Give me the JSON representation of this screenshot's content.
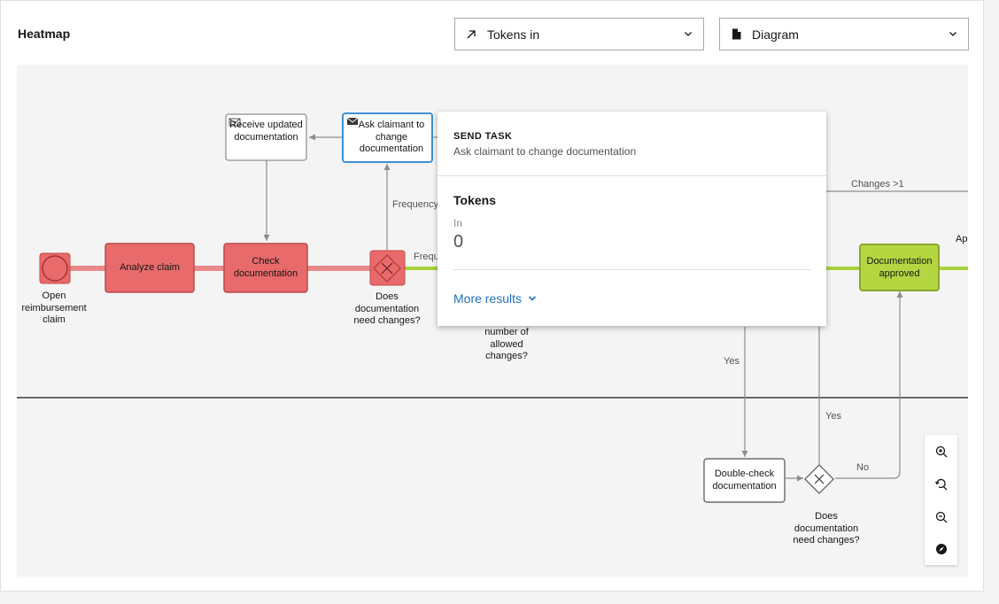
{
  "header": {
    "title": "Heatmap",
    "metric_select": {
      "value": "Tokens in",
      "icon": "arrow-up-right-icon"
    },
    "view_select": {
      "value": "Diagram",
      "icon": "document-icon"
    }
  },
  "diagram": {
    "nodes": {
      "start": "Open reimbursement claim",
      "analyze": "Analyze claim",
      "check": "Check documentation",
      "gateway1": "Does documentation need changes?",
      "receive": "Receive updated documentation",
      "ask": "Ask claimant to change documentation",
      "approved": "Documentation approved",
      "doublecheck": "Double-check documentation",
      "gateway2": "Does documentation need changes?",
      "allowed": "number of allowed changes?"
    },
    "flow_labels": {
      "frequency_up": "Frequency",
      "frequency_right": "Frequ",
      "changes": "Changes >1",
      "yes1": "Yes",
      "yes2": "Yes",
      "no": "No",
      "ap": "Ap"
    },
    "colors": {
      "hot": "#e86a6a",
      "hot_border": "#c94646",
      "approved": "#b5d640",
      "approved_border": "#8aa82a",
      "selected_border": "#3d8fd6",
      "flow_green": "#a6d13a"
    }
  },
  "popup": {
    "type": "SEND TASK",
    "name": "Ask claimant to change documentation",
    "section": "Tokens",
    "in_label": "In",
    "in_value": "0",
    "more": "More results"
  },
  "zoom": {
    "zoom_in": "zoom-in-icon",
    "reset": "zoom-reset-icon",
    "zoom_out": "zoom-out-icon",
    "fit": "compass-icon"
  }
}
